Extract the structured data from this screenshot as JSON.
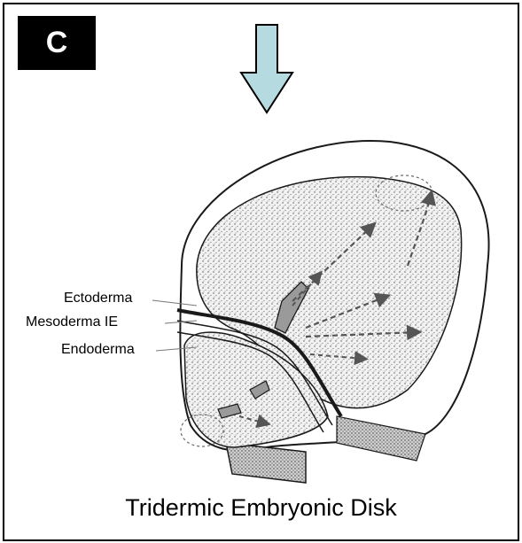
{
  "panel": {
    "letter": "C"
  },
  "labels": {
    "ectoderm": "Ectoderma",
    "mesoderm": "Mesoderma IE",
    "endoderm": "Endoderma"
  },
  "caption": "Tridermic Embryonic Disk",
  "colors": {
    "arrow_fill": "#b5dbe0",
    "badge": "#000000",
    "drawing_stroke": "#1a1a1a"
  }
}
